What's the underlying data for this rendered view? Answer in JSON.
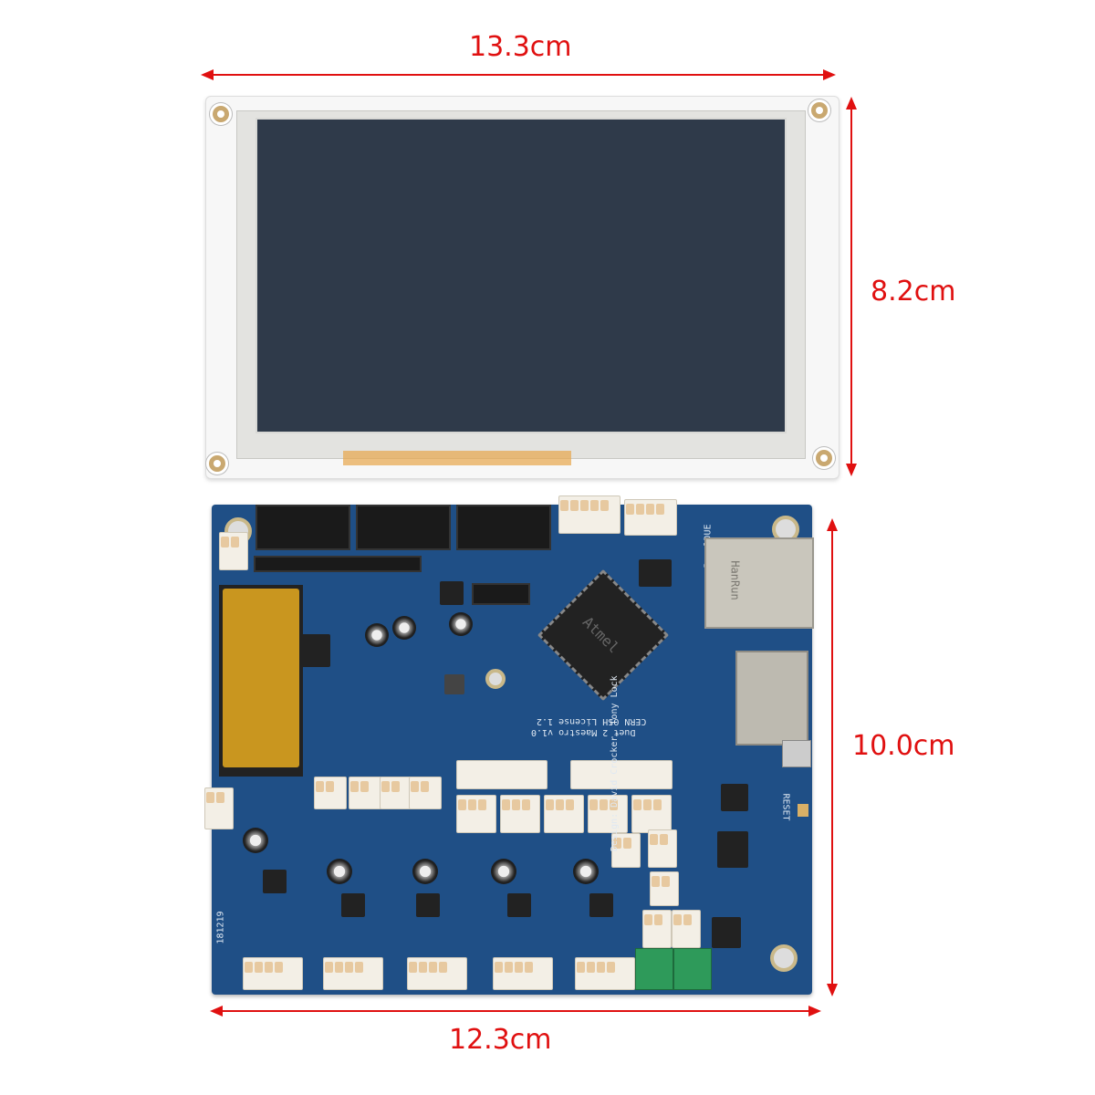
{
  "dimensions": {
    "display_width": "13.3cm",
    "display_height": "8.2cm",
    "board_height": "10.0cm",
    "board_width": "12.3cm"
  },
  "board_markings": {
    "panel_label": "PanelDUE",
    "cpu_brand": "Atmel",
    "board_name": "Duet 2 Maestro v1.0",
    "license": "CERN OSH License 1.2",
    "designers": "Design: David Crocker, Tony Lock",
    "reset_label": "RESET",
    "serial": "181219",
    "ethernet_brand": "HanRun"
  },
  "colors": {
    "dimension_red": "#e01010",
    "pcb_blue": "#1f4f86",
    "screen": "#2f3a4a"
  }
}
